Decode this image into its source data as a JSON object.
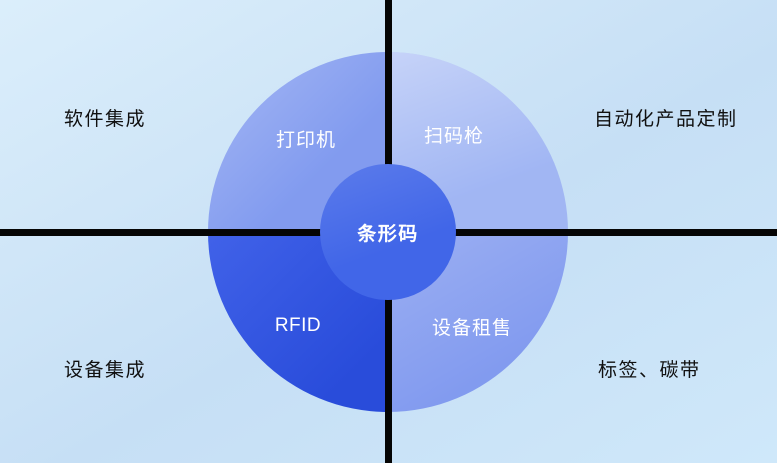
{
  "diagram": {
    "center": {
      "label": "条形码"
    },
    "quadrants": {
      "top_left": {
        "label": "打印机"
      },
      "top_right": {
        "label": "扫码枪"
      },
      "bottom_left": {
        "label": "RFID"
      },
      "bottom_right": {
        "label": "设备租售"
      }
    },
    "corners": {
      "top_left": {
        "label": "软件集成"
      },
      "top_right": {
        "label": "自动化产品定制"
      },
      "bottom_left": {
        "label": "设备集成"
      },
      "bottom_right": {
        "label": "标签、碳带"
      }
    },
    "colors": {
      "background_start": "#dbeefb",
      "background_mid": "#c6dff5",
      "background_end": "#cfe8fa",
      "quadrant_top_left": "#7f99ef",
      "quadrant_top_right": "#9db3f3",
      "quadrant_bottom_left": "#2b50e6",
      "quadrant_bottom_right": "#8099ef",
      "center_circle": "#4166e8",
      "divider": "#050505",
      "corner_text": "#101010",
      "quadrant_text": "#ffffff"
    }
  }
}
